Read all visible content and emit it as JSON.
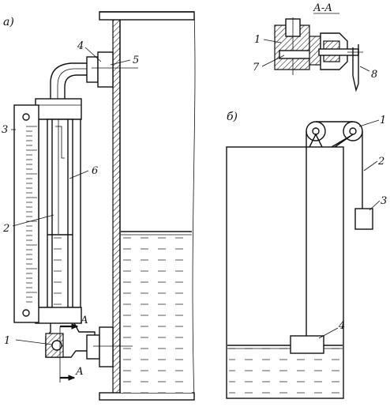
{
  "labels": {
    "panel_a": "а)",
    "panel_b": "б)",
    "section": "А-А",
    "cut_mark_top": "А",
    "cut_mark_bottom": "А",
    "a1": "1",
    "a2": "2",
    "a3": "3",
    "a4": "4",
    "a5": "5",
    "a6": "6",
    "s1": "1",
    "s7": "7",
    "s8": "8",
    "b1": "1",
    "b2": "2",
    "b3": "3",
    "b4": "4"
  }
}
